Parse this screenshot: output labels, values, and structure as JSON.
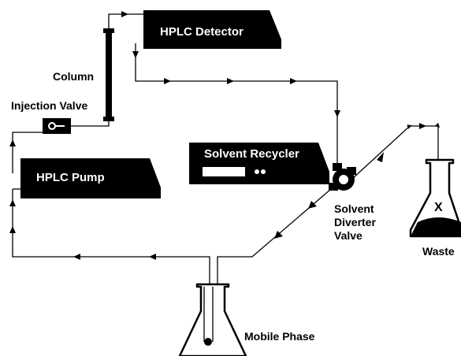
{
  "labels": {
    "detector": "HPLC Detector",
    "column": "Column",
    "injection_valve": "Injection Valve",
    "pump": "HPLC Pump",
    "recycler": "Solvent Recycler",
    "diverter_line1": "Solvent",
    "diverter_line2": "Diverter",
    "diverter_line3": "Valve",
    "waste": "Waste",
    "waste_mark": "X",
    "mobile_phase": "Mobile Phase"
  },
  "colors": {
    "ink": "#000000",
    "paper": "#ffffff"
  }
}
